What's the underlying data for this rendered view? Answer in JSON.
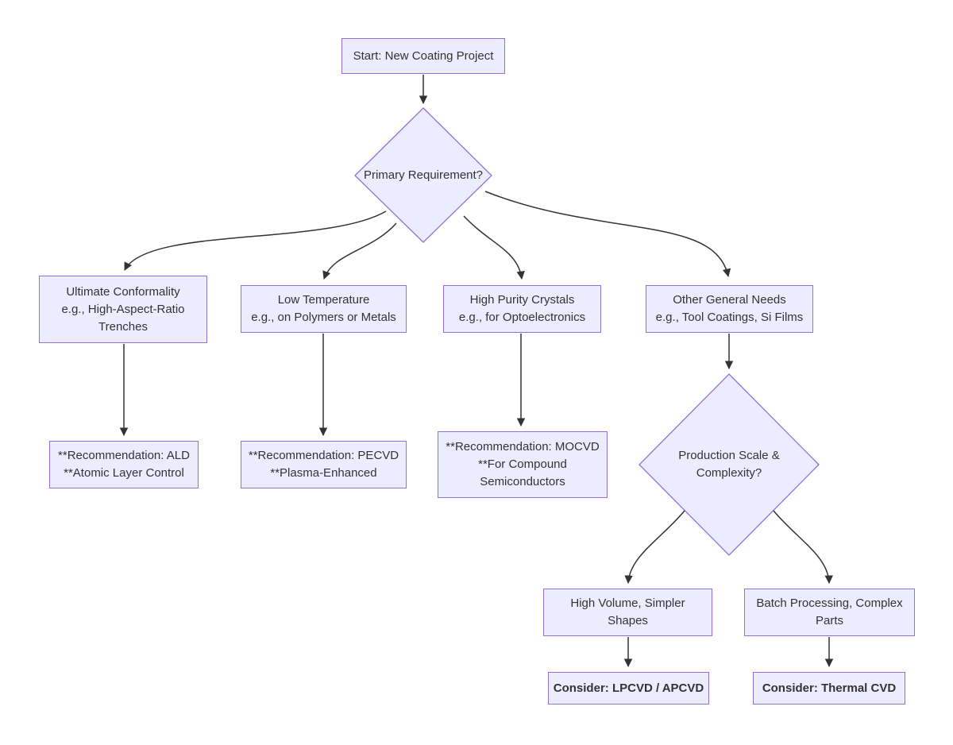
{
  "colors": {
    "background": "#ffffff",
    "node_fill": "#ececff",
    "node_border": "#9370db",
    "edge": "#333333",
    "text": "#333333"
  },
  "nodes": {
    "start": {
      "shape": "rect",
      "label": "Start: New Coating Project"
    },
    "primary_requirement": {
      "shape": "diamond",
      "label": "Primary Requirement?"
    },
    "conformality": {
      "shape": "rect",
      "label": "Ultimate Conformality\ne.g., High-Aspect-Ratio\nTrenches"
    },
    "low_temperature": {
      "shape": "rect",
      "label": "Low Temperature\ne.g., on Polymers or Metals"
    },
    "high_purity": {
      "shape": "rect",
      "label": "High Purity Crystals\ne.g., for Optoelectronics"
    },
    "other_needs": {
      "shape": "rect",
      "label": "Other General Needs\ne.g., Tool Coatings, Si Films"
    },
    "rec_ald": {
      "shape": "rect",
      "label": "**Recommendation: ALD\n**Atomic Layer Control"
    },
    "rec_pecvd": {
      "shape": "rect",
      "label": "**Recommendation: PECVD\n**Plasma-Enhanced"
    },
    "rec_mocvd": {
      "shape": "rect",
      "label": "**Recommendation: MOCVD\n**For Compound\nSemiconductors"
    },
    "production_scale": {
      "shape": "diamond",
      "label": "Production Scale &\nComplexity?"
    },
    "high_volume": {
      "shape": "rect",
      "label": "High Volume, Simpler\nShapes"
    },
    "batch_processing": {
      "shape": "rect",
      "label": "Batch Processing, Complex\nParts"
    },
    "consider_lpcvd": {
      "shape": "rect",
      "label": "Consider: LPCVD / APCVD"
    },
    "consider_thermal": {
      "shape": "rect",
      "label": "Consider: Thermal CVD"
    }
  },
  "edges": [
    {
      "from": "start",
      "to": "primary_requirement"
    },
    {
      "from": "primary_requirement",
      "to": "conformality"
    },
    {
      "from": "primary_requirement",
      "to": "low_temperature"
    },
    {
      "from": "primary_requirement",
      "to": "high_purity"
    },
    {
      "from": "primary_requirement",
      "to": "other_needs"
    },
    {
      "from": "conformality",
      "to": "rec_ald"
    },
    {
      "from": "low_temperature",
      "to": "rec_pecvd"
    },
    {
      "from": "high_purity",
      "to": "rec_mocvd"
    },
    {
      "from": "other_needs",
      "to": "production_scale"
    },
    {
      "from": "production_scale",
      "to": "high_volume"
    },
    {
      "from": "production_scale",
      "to": "batch_processing"
    },
    {
      "from": "high_volume",
      "to": "consider_lpcvd"
    },
    {
      "from": "batch_processing",
      "to": "consider_thermal"
    }
  ]
}
